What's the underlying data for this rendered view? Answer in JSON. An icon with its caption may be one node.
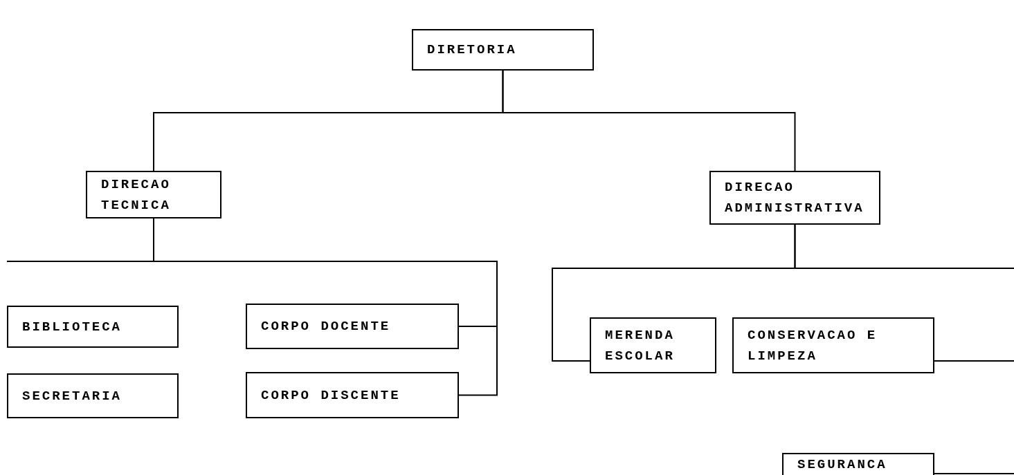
{
  "diagram": {
    "nodes": [
      {
        "text": [
          "DIRETORIA"
        ]
      },
      {
        "text": [
          "DIRECAO TECNICA"
        ]
      },
      {
        "text": [
          "DIRECAO ADMINISTRATIVA"
        ]
      },
      {
        "text": [
          "BIBLIOTECA"
        ]
      },
      {
        "text": [
          "CORPO DOCENTE"
        ]
      },
      {
        "text": [
          "MERENDA ESCOLAR"
        ]
      },
      {
        "text": [
          "CONSERVACAO E LIMPEZA"
        ]
      },
      {
        "text": [
          "SECRETARIA"
        ]
      },
      {
        "text": [
          "CORPO DISCENTE"
        ]
      },
      {
        "text": [
          "SEGURANCA"
        ]
      }
    ],
    "edges": [
      {
        "from": 0,
        "to": 1,
        "arrow": "none"
      },
      {
        "from": 0,
        "to": 2,
        "arrow": "none"
      },
      {
        "from": 1,
        "to": 4,
        "arrow": "none"
      },
      {
        "from": 1,
        "to": 8,
        "arrow": "none"
      },
      {
        "from": 1,
        "to": null,
        "arrow": "none"
      },
      {
        "from": 2,
        "to": 5,
        "arrow": "none"
      },
      {
        "from": 2,
        "to": null,
        "arrow": "none"
      },
      {
        "from": 6,
        "to": null,
        "arrow": "none"
      },
      {
        "from": 9,
        "to": null,
        "arrow": "none"
      }
    ]
  }
}
